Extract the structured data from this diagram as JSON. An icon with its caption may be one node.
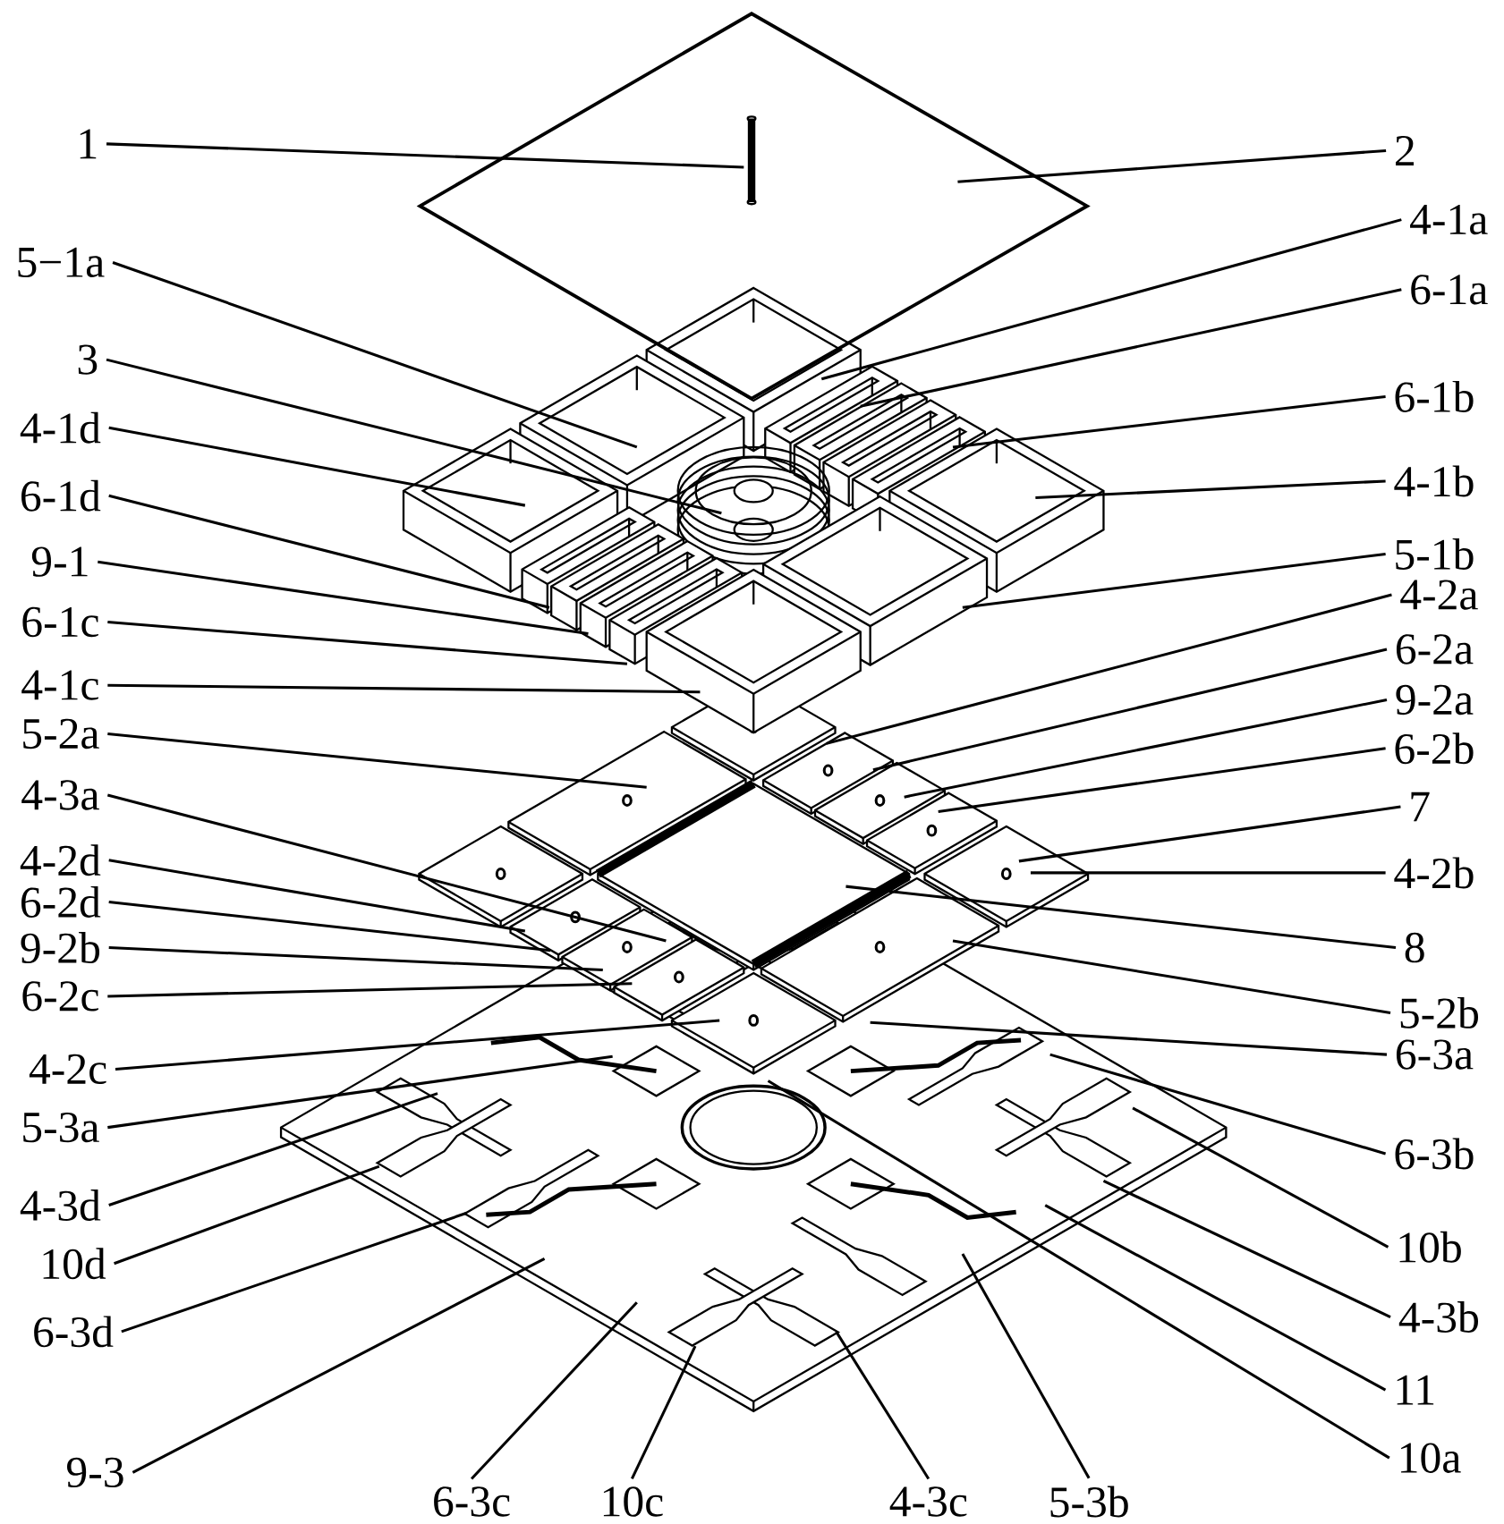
{
  "diagram": {
    "nodes": [
      {
        "text": [
          "1"
        ]
      },
      {
        "text": [
          "2"
        ]
      },
      {
        "text": [
          "4-1a"
        ]
      },
      {
        "text": [
          "5−1a"
        ]
      },
      {
        "text": [
          "6-1a"
        ]
      },
      {
        "text": [
          "3"
        ]
      },
      {
        "text": [
          "6-1b"
        ]
      },
      {
        "text": [
          "4-1d"
        ]
      },
      {
        "text": [
          "4-1b"
        ]
      },
      {
        "text": [
          "6-1d"
        ]
      },
      {
        "text": [
          "5-1b"
        ]
      },
      {
        "text": [
          "9-1"
        ]
      },
      {
        "text": [
          "4-2a"
        ]
      },
      {
        "text": [
          "6-1c"
        ]
      },
      {
        "text": [
          "6-2a"
        ]
      },
      {
        "text": [
          "4-1c"
        ]
      },
      {
        "text": [
          "9-2a"
        ]
      },
      {
        "text": [
          "5-2a"
        ]
      },
      {
        "text": [
          "6-2b"
        ]
      },
      {
        "text": [
          "4-3a"
        ]
      },
      {
        "text": [
          "7"
        ]
      },
      {
        "text": [
          "4-2d"
        ]
      },
      {
        "text": [
          "4-2b"
        ]
      },
      {
        "text": [
          "6-2d"
        ]
      },
      {
        "text": [
          "8"
        ]
      },
      {
        "text": [
          "9-2b"
        ]
      },
      {
        "text": [
          "6-2c"
        ]
      },
      {
        "text": [
          "5-2b"
        ]
      },
      {
        "text": [
          "6-3a"
        ]
      },
      {
        "text": [
          "4-2c"
        ]
      },
      {
        "text": [
          "5-3a"
        ]
      },
      {
        "text": [
          "6-3b"
        ]
      },
      {
        "text": [
          "4-3d"
        ]
      },
      {
        "text": [
          "10b"
        ]
      },
      {
        "text": [
          "10d"
        ]
      },
      {
        "text": [
          "4-3b"
        ]
      },
      {
        "text": [
          "6-3d"
        ]
      },
      {
        "text": [
          "11"
        ]
      },
      {
        "text": [
          "10a"
        ]
      },
      {
        "text": [
          "9-3"
        ]
      },
      {
        "text": [
          "6-3c"
        ]
      },
      {
        "text": [
          "10c"
        ]
      },
      {
        "text": [
          "4-3c"
        ]
      },
      {
        "text": [
          "5-3b"
        ]
      }
    ],
    "edges": [
      {
        "from": 0,
        "to": null,
        "arrow": "none"
      },
      {
        "from": 1,
        "to": null,
        "arrow": "none"
      },
      {
        "from": 2,
        "to": null,
        "arrow": "none"
      },
      {
        "from": 3,
        "to": null,
        "arrow": "none"
      },
      {
        "from": 4,
        "to": null,
        "arrow": "none"
      },
      {
        "from": 5,
        "to": null,
        "arrow": "none"
      },
      {
        "from": 6,
        "to": null,
        "arrow": "none"
      },
      {
        "from": 7,
        "to": null,
        "arrow": "none"
      },
      {
        "from": 8,
        "to": null,
        "arrow": "none"
      },
      {
        "from": 9,
        "to": null,
        "arrow": "none"
      },
      {
        "from": 10,
        "to": null,
        "arrow": "none"
      },
      {
        "from": 11,
        "to": null,
        "arrow": "none"
      },
      {
        "from": 12,
        "to": null,
        "arrow": "none"
      },
      {
        "from": 13,
        "to": null,
        "arrow": "none"
      },
      {
        "from": 14,
        "to": null,
        "arrow": "none"
      },
      {
        "from": 15,
        "to": null,
        "arrow": "none"
      },
      {
        "from": 16,
        "to": null,
        "arrow": "none"
      },
      {
        "from": 17,
        "to": null,
        "arrow": "none"
      },
      {
        "from": 18,
        "to": null,
        "arrow": "none"
      },
      {
        "from": 19,
        "to": null,
        "arrow": "none"
      },
      {
        "from": 20,
        "to": null,
        "arrow": "none"
      },
      {
        "from": 21,
        "to": null,
        "arrow": "none"
      },
      {
        "from": 22,
        "to": null,
        "arrow": "none"
      },
      {
        "from": 23,
        "to": null,
        "arrow": "none"
      },
      {
        "from": 24,
        "to": null,
        "arrow": "none"
      },
      {
        "from": 25,
        "to": null,
        "arrow": "none"
      },
      {
        "from": 26,
        "to": null,
        "arrow": "none"
      },
      {
        "from": 27,
        "to": null,
        "arrow": "none"
      },
      {
        "from": 28,
        "to": null,
        "arrow": "none"
      },
      {
        "from": 29,
        "to": null,
        "arrow": "none"
      },
      {
        "from": 30,
        "to": null,
        "arrow": "none"
      },
      {
        "from": 31,
        "to": null,
        "arrow": "none"
      },
      {
        "from": 32,
        "to": null,
        "arrow": "none"
      },
      {
        "from": 33,
        "to": null,
        "arrow": "none"
      },
      {
        "from": 34,
        "to": null,
        "arrow": "none"
      },
      {
        "from": 35,
        "to": null,
        "arrow": "none"
      },
      {
        "from": 36,
        "to": null,
        "arrow": "none"
      },
      {
        "from": 37,
        "to": null,
        "arrow": "none"
      },
      {
        "from": 38,
        "to": null,
        "arrow": "none"
      },
      {
        "from": 39,
        "to": null,
        "arrow": "none"
      },
      {
        "from": 40,
        "to": null,
        "arrow": "none"
      },
      {
        "from": 41,
        "to": null,
        "arrow": "none"
      },
      {
        "from": 42,
        "to": null,
        "arrow": "none"
      },
      {
        "from": 43,
        "to": null,
        "arrow": "none"
      }
    ]
  }
}
